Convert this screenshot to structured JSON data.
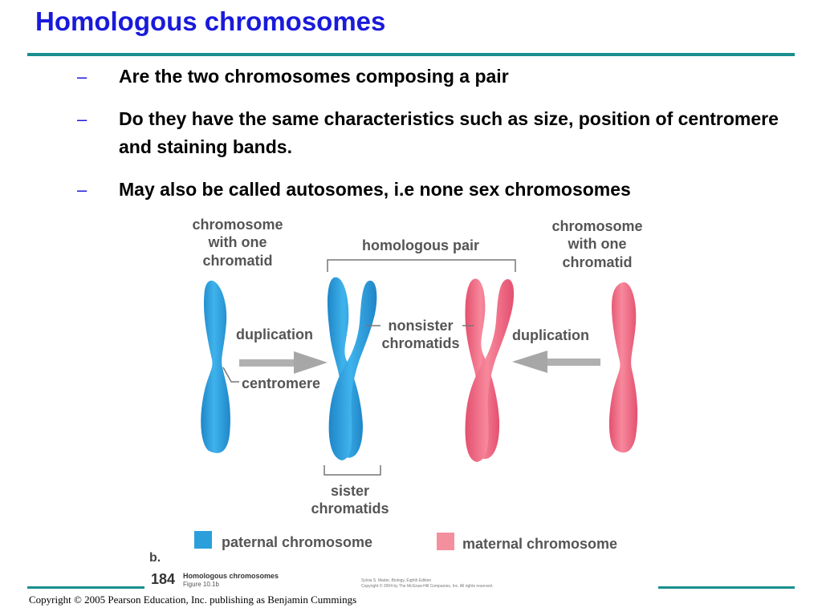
{
  "slide": {
    "title": "Homologous chromosomes",
    "bullets": [
      {
        "marker": "–",
        "text": "Are the two chromosomes composing a pair"
      },
      {
        "marker": "–",
        "text": "Do they have the same characteristics such as size, position of centromere and staining bands."
      },
      {
        "marker": "–",
        "text": "May also be called autosomes, i.e none sex chromosomes"
      }
    ],
    "copyright": "Copyright © 2005 Pearson Education, Inc. publishing as Benjamin Cummings"
  },
  "figure": {
    "label_left_line1": "chromosome",
    "label_left_line2": "with one",
    "label_left_line3": "chromatid",
    "label_right_line1": "chromosome",
    "label_right_line2": "with one",
    "label_right_line3": "chromatid",
    "homologous_pair": "homologous pair",
    "duplication_left": "duplication",
    "duplication_right": "duplication",
    "nonsister_line1": "nonsister",
    "nonsister_line2": "chromatids",
    "centromere": "centromere",
    "sister_line1": "sister",
    "sister_line2": "chromatids",
    "legend_paternal": "paternal chromosome",
    "legend_maternal": "maternal chromosome",
    "panel_letter": "b.",
    "figure_number": "184",
    "figure_caption_line1": "Homologous chromosomes",
    "figure_caption_line2": "Figure 10.1b",
    "credit_line1": "Sylvia S. Mader, Biology, Eighth Edition",
    "credit_line2": "Copyright © 2004 by The McGraw-Hill Companies, Inc. All rights reserved.",
    "colors": {
      "paternal": "#2b9fdc",
      "maternal": "#f0657f",
      "label_gray": "#555555",
      "arrow_gray": "#a7a7a7"
    }
  }
}
